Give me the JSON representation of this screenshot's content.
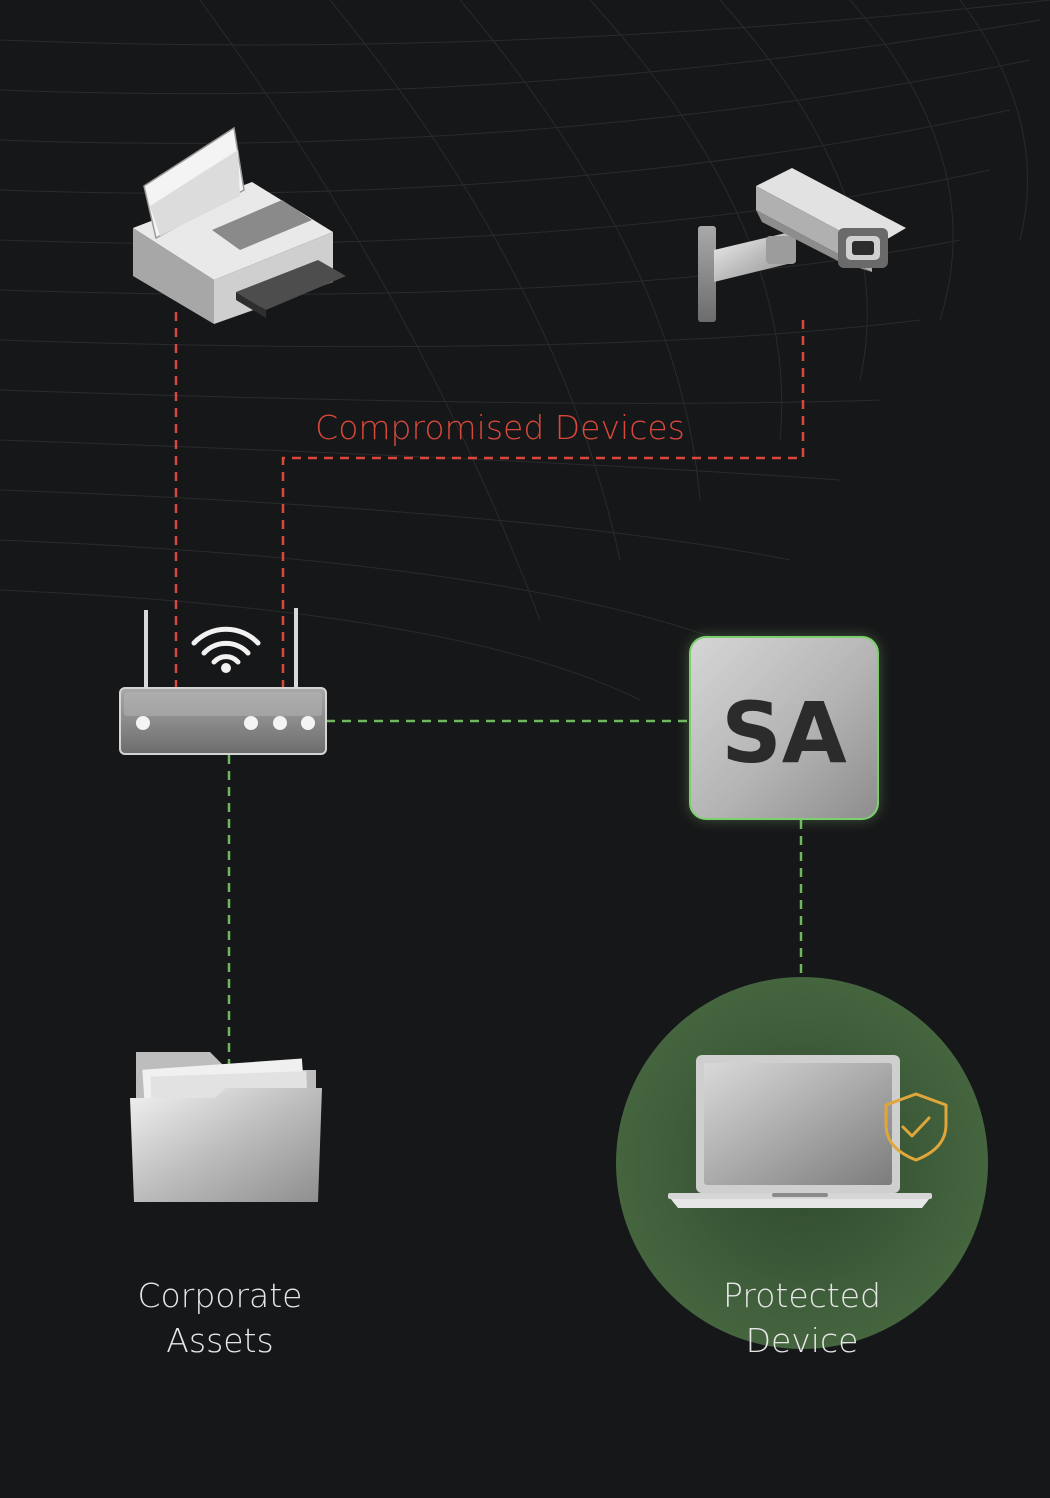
{
  "labels": {
    "compromised": "Compromised Devices",
    "corporate_line1": "Corporate",
    "corporate_line2": "Assets",
    "protected_line1": "Protected",
    "protected_line2": "Device"
  },
  "sa_box": {
    "text": "SA"
  },
  "colors": {
    "background": "#161718",
    "compromised_link": "#d8483b",
    "protected_link": "#6fb65d",
    "protected_halo": "#3c5a38",
    "shield": "#e0a63a"
  },
  "icons": [
    "printer-icon",
    "security-camera-icon",
    "wifi-router-icon",
    "folder-icon",
    "laptop-icon",
    "shield-check-icon"
  ]
}
